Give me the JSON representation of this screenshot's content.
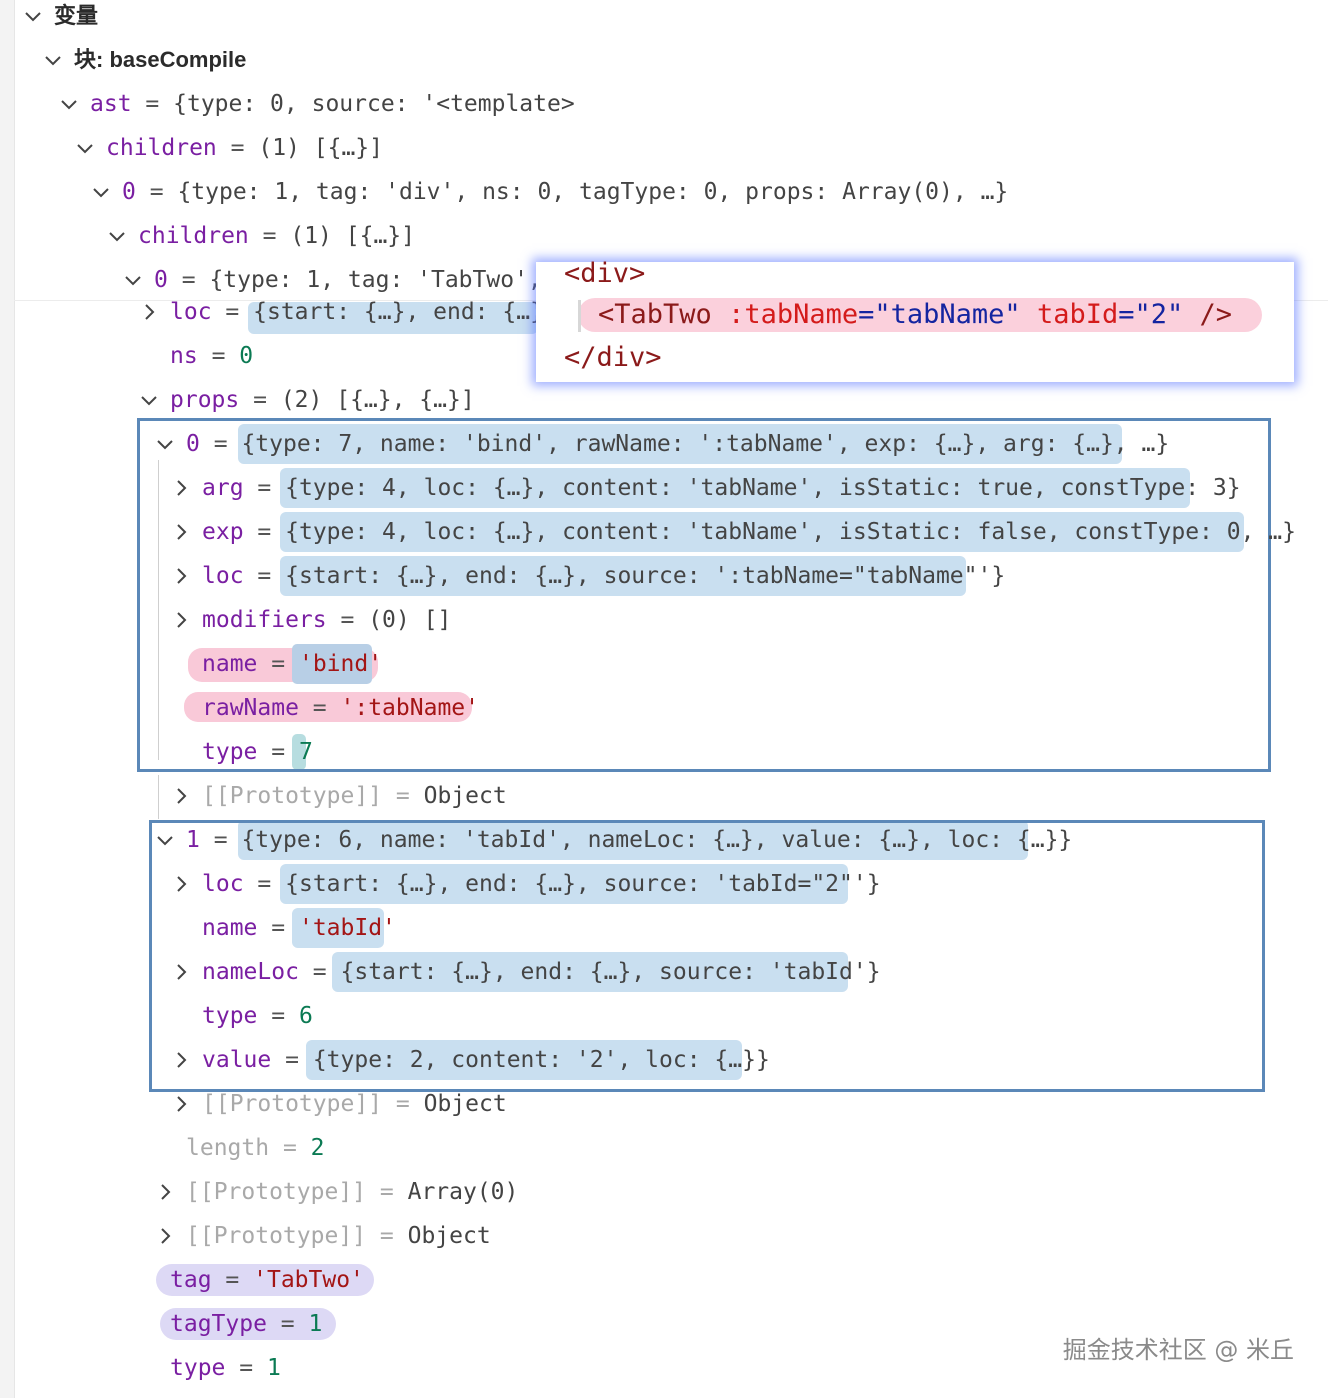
{
  "header": {
    "title": "变量"
  },
  "block": {
    "label": "块: baseCompile"
  },
  "rows": {
    "ast": {
      "key": "ast",
      "value": "{type: 0, source: '<template>"
    },
    "children1": {
      "key": "children",
      "value": "(1) [{…}]"
    },
    "item0": {
      "key": "0",
      "value": "{type: 1, tag: 'div', ns: 0, tagType: 0, props: Array(0), …}"
    },
    "children2": {
      "key": "children",
      "value": "(1) [{…}]"
    },
    "item0b": {
      "key": "0",
      "value": "{type: 1, tag: 'TabTwo',"
    },
    "loc": {
      "key": "loc",
      "value": "{start: {…}, end: {…},"
    },
    "ns": {
      "key": "ns",
      "value": "0"
    },
    "props": {
      "key": "props",
      "value": "(2) [{…}, {…}]"
    },
    "p0": {
      "key": "0",
      "value": "{type: 7, name: 'bind', rawName: ':tabName', exp: {…}, arg: {…}, …}"
    },
    "p0_arg": {
      "key": "arg",
      "value": "{type: 4, loc: {…}, content: 'tabName', isStatic: true, constType: 3}"
    },
    "p0_exp": {
      "key": "exp",
      "value": "{type: 4, loc: {…}, content: 'tabName', isStatic: false, constType: 0, …}"
    },
    "p0_loc": {
      "key": "loc",
      "value": "{start: {…}, end: {…}, source: ':tabName=\"tabName\"'}"
    },
    "p0_modifiers": {
      "key": "modifiers",
      "value": "(0) []"
    },
    "p0_name": {
      "key": "name",
      "value": "'bind'"
    },
    "p0_rawName": {
      "key": "rawName",
      "value": "':tabName'"
    },
    "p0_type": {
      "key": "type",
      "value": "7"
    },
    "p0_proto": {
      "key": "[[Prototype]]",
      "value": "Object"
    },
    "p1": {
      "key": "1",
      "value": "{type: 6, name: 'tabId', nameLoc: {…}, value: {…}, loc: {…}}"
    },
    "p1_loc": {
      "key": "loc",
      "value": "{start: {…}, end: {…}, source: 'tabId=\"2\"'}"
    },
    "p1_name": {
      "key": "name",
      "value": "'tabId'"
    },
    "p1_nameLoc": {
      "key": "nameLoc",
      "value": "{start: {…}, end: {…}, source: 'tabId'}"
    },
    "p1_type": {
      "key": "type",
      "value": "6"
    },
    "p1_value": {
      "key": "value",
      "value": "{type: 2, content: '2', loc: {…}}"
    },
    "p1_proto": {
      "key": "[[Prototype]]",
      "value": "Object"
    },
    "length": {
      "key": "length",
      "value": "2"
    },
    "props_proto": {
      "key": "[[Prototype]]",
      "value": "Array(0)"
    },
    "obj_proto": {
      "key": "[[Prototype]]",
      "value": "Object"
    },
    "tag": {
      "key": "tag",
      "value": "'TabTwo'"
    },
    "tagType": {
      "key": "tagType",
      "value": "1"
    },
    "type": {
      "key": "type",
      "value": "1"
    }
  },
  "popup": {
    "open_tag": "<div>",
    "component_tag": "<TabTwo",
    "attr1_name": ":tabName",
    "attr1_eq": "=",
    "attr1_value": "\"tabName\"",
    "attr2_name": "tabId",
    "attr2_eq": "=",
    "attr2_value": "\"2\"",
    "self_close": "/>",
    "close_tag": "</div>"
  },
  "watermark": "掘金技术社区 @ 米丘",
  "colors": {
    "key": "#7a1fa2",
    "number": "#0b7a53",
    "string": "#a31515",
    "box_border": "#5b88b8",
    "blue_highlight": "#c9dff0",
    "pink_highlight": "#f9c9d8"
  }
}
